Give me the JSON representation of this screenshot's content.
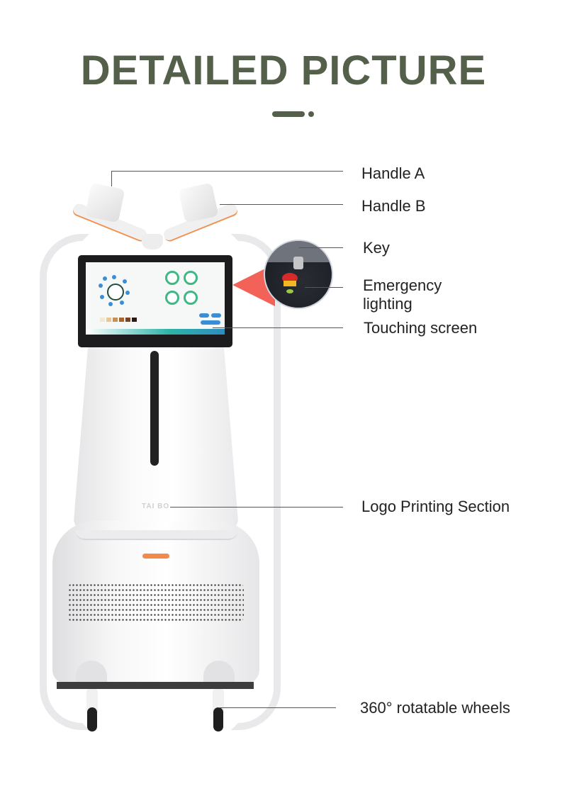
{
  "header": {
    "title": "DETAILED PICTURE"
  },
  "colors": {
    "title": "#55604b",
    "accent_orange": "#f28a4a",
    "laser_red": "#f0473b",
    "screen_green": "#3fb883",
    "screen_blue": "#3a8ed8"
  },
  "product": {
    "logo_text": "TAI BO"
  },
  "callouts": [
    {
      "id": "handle-a",
      "label": "Handle A"
    },
    {
      "id": "handle-b",
      "label": "Handle B"
    },
    {
      "id": "key",
      "label": "Key"
    },
    {
      "id": "emergency-lighting",
      "label_line1": "Emergency",
      "label_line2": "lighting"
    },
    {
      "id": "touching-screen",
      "label": "Touching screen"
    },
    {
      "id": "logo-printing",
      "label": "Logo Printing Section"
    },
    {
      "id": "wheels",
      "label": "360° rotatable wheels"
    }
  ]
}
